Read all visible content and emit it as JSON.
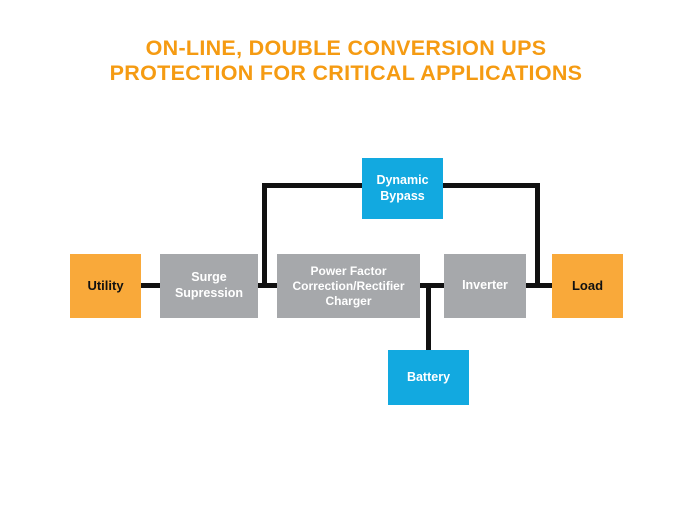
{
  "title": {
    "line1": "ON-LINE, DOUBLE CONVERSION UPS",
    "line2": "PROTECTION FOR CRITICAL APPLICATIONS",
    "color": "#F59B12"
  },
  "palette": {
    "orange": "#F9A93A",
    "gray": "#A6A8AB",
    "cyan": "#12A9E0",
    "line": "#111111",
    "background": "#FFFFFF"
  },
  "diagram": {
    "blocks": [
      {
        "id": "utility",
        "label": "Utility",
        "color": "orange"
      },
      {
        "id": "surge",
        "label": "Surge\nSupression",
        "color": "gray"
      },
      {
        "id": "pfc",
        "label": "Power Factor\nCorrection/Rectifier\nCharger",
        "color": "gray"
      },
      {
        "id": "inverter",
        "label": "Inverter",
        "color": "gray"
      },
      {
        "id": "load",
        "label": "Load",
        "color": "orange"
      },
      {
        "id": "bypass",
        "label": "Dynamic\nBypass",
        "color": "cyan"
      },
      {
        "id": "battery",
        "label": "Battery",
        "color": "cyan"
      }
    ],
    "block_labels": {
      "utility": "Utility",
      "surge_l1": "Surge",
      "surge_l2": "Supression",
      "pfc_l1": "Power Factor",
      "pfc_l2": "Correction/Rectifier",
      "pfc_l3": "Charger",
      "inverter": "Inverter",
      "load": "Load",
      "bypass_l1": "Dynamic",
      "bypass_l2": "Bypass",
      "battery": "Battery"
    },
    "connections": [
      {
        "from": "utility",
        "to": "surge"
      },
      {
        "from": "surge",
        "to": "pfc"
      },
      {
        "from": "pfc",
        "to": "inverter"
      },
      {
        "from": "inverter",
        "to": "load"
      },
      {
        "from": "bypass",
        "to": "surge-pfc-link"
      },
      {
        "from": "bypass",
        "to": "inverter-load-link"
      },
      {
        "from": "pfc-inverter-link",
        "to": "battery"
      }
    ]
  }
}
